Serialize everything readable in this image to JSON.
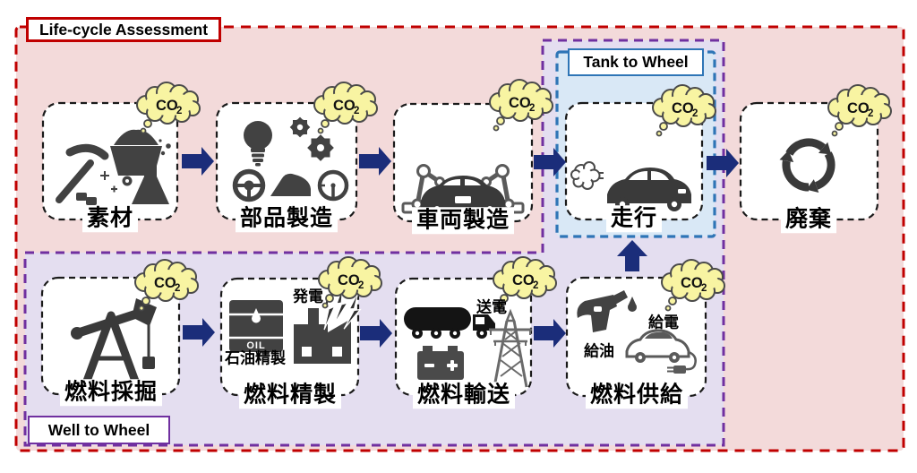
{
  "regions": {
    "lca_label": "Life-cycle Assessment",
    "tank_to_wheel_label": "Tank to Wheel",
    "well_to_wheel_label": "Well to Wheel"
  },
  "co2": {
    "main": "CO",
    "sub": "2"
  },
  "stages": {
    "materials": {
      "label": "素材"
    },
    "parts_manufacturing": {
      "label": "部品製造"
    },
    "vehicle_manufacturing": {
      "label": "車両製造"
    },
    "driving": {
      "label": "走行"
    },
    "disposal": {
      "label": "廃棄"
    },
    "fuel_extraction": {
      "label": "燃料採掘"
    },
    "fuel_refining": {
      "label": "燃料精製",
      "oil_refining_label": "石油精製",
      "power_generation_label": "発電",
      "oil_text": "OIL"
    },
    "fuel_transport": {
      "label": "燃料輸送",
      "power_transmission_label": "送電"
    },
    "fuel_supply": {
      "label": "燃料供給",
      "refueling_label": "給油",
      "charging_label": "給電"
    }
  },
  "colors": {
    "lca_border": "#c00000",
    "lca_bg": "#f3dada",
    "wtw_border": "#7030a0",
    "wtw_bg": "#e4def0",
    "ttw_border": "#2e75b6",
    "ttw_bg": "#d9e8f6",
    "arrow": "#1b2d7a",
    "co2_cloud_fill": "#f8f4a2",
    "box_border": "#1a1a1a",
    "icon_gray": "#424242"
  }
}
